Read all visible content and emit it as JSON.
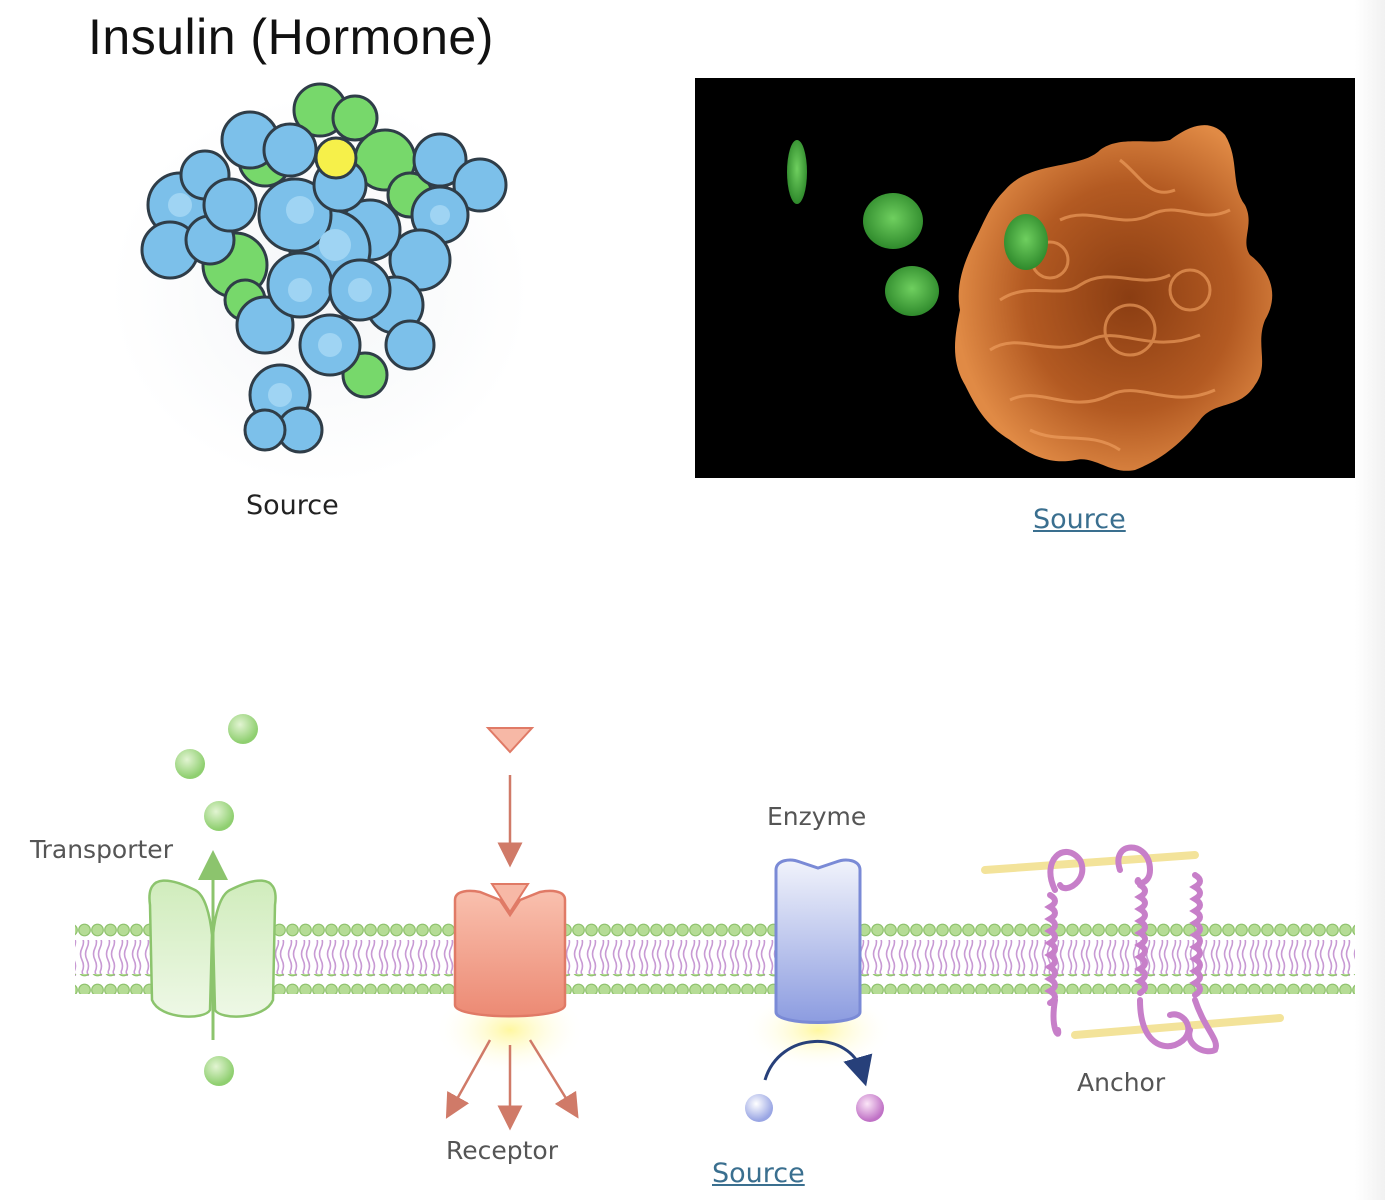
{
  "title": "Insulin (Hormone)",
  "captions": {
    "insulin_source": "Source",
    "enzyme_image_source": "Source",
    "membrane_source": "Source"
  },
  "membrane_labels": {
    "transporter": "Transporter",
    "receptor": "Receptor",
    "enzyme": "Enzyme",
    "anchor": "Anchor"
  },
  "colors": {
    "insulin_blue": "#7cc0ea",
    "insulin_green": "#77d86b",
    "insulin_yellow": "#f6f04a",
    "enzyme_orange": "#c8692c",
    "enzyme_ligand_green": "#4fb04a",
    "membrane_green": "#a9d68a",
    "membrane_purple": "#c68ad0",
    "transporter_green": "#b8dea0",
    "receptor_red": "#ef9a86",
    "enzyme_blue": "#9aa8e6",
    "anchor_purple": "#c77fc9",
    "link": "#3a6f8f"
  }
}
